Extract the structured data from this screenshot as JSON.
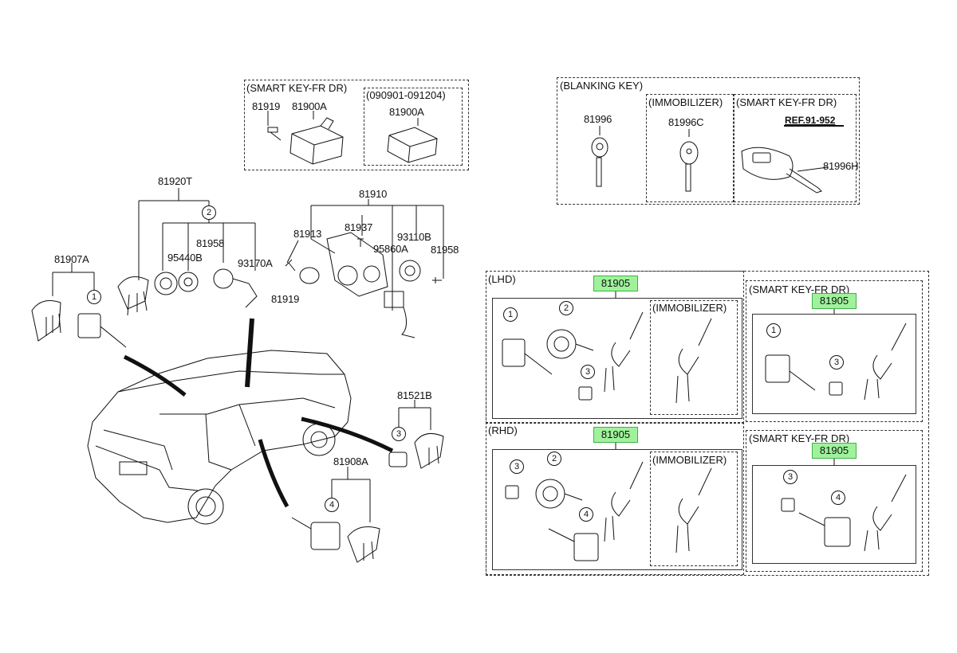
{
  "diagram": {
    "smart_key_fr_dr": "(SMART KEY-FR DR)",
    "date_range": "(090901-091204)",
    "blanking_key": "(BLANKING KEY)",
    "immobilizer": "(IMMOBILIZER)",
    "lhd": "(LHD)",
    "rhd": "(RHD)",
    "ref": "REF.91-952",
    "parts": {
      "p81919": "81919",
      "p81900A": "81900A",
      "p81996": "81996",
      "p81996C": "81996C",
      "p81996H": "81996H",
      "p81920T": "81920T",
      "p81910": "81910",
      "p81937": "81937",
      "p81913": "81913",
      "p81958": "81958",
      "p95440B": "95440B",
      "p93170A": "93170A",
      "p93110B": "93110B",
      "p95860A": "95860A",
      "p81907A": "81907A",
      "p81521B": "81521B",
      "p81908A": "81908A",
      "p81905": "81905"
    },
    "callouts": {
      "c1": "1",
      "c2": "2",
      "c3": "3",
      "c4": "4"
    }
  },
  "colors": {
    "highlight": "#9ff29b",
    "highlight_border": "#42b04a",
    "line": "#111111"
  }
}
